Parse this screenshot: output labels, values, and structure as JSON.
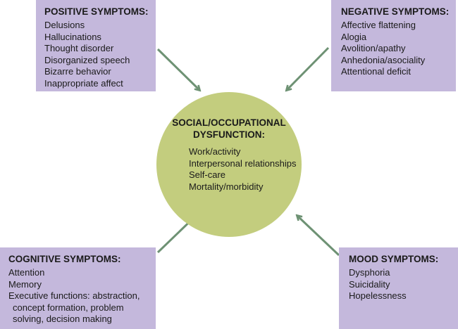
{
  "colors": {
    "box_fill": "#c4b8dc",
    "circle_fill": "#c3cd7e",
    "arrow": "#6e9274",
    "text": "#1a1a1a"
  },
  "center": {
    "title_lines": [
      "SOCIAL/OCCUPATIONAL",
      "DYSFUNCTION:"
    ],
    "items": [
      "Work/activity",
      "Interpersonal relationships",
      "Self-care",
      "Mortality/morbidity"
    ]
  },
  "boxes": {
    "positive": {
      "title": "POSITIVE SYMPTOMS:",
      "items": [
        "Delusions",
        "Hallucinations",
        "Thought disorder",
        "Disorganized speech",
        "Bizarre behavior",
        "Inappropriate affect"
      ]
    },
    "negative": {
      "title": "NEGATIVE SYMPTOMS:",
      "items": [
        "Affective flattening",
        "Alogia",
        "Avolition/apathy",
        "Anhedonia/asociality",
        "Attentional deficit"
      ]
    },
    "cognitive": {
      "title": "COGNITIVE SYMPTOMS:",
      "items": [
        "Attention",
        "Memory",
        "Executive functions: abstraction,",
        "concept formation, problem",
        "solving, decision making"
      ]
    },
    "mood": {
      "title": "MOOD SYMPTOMS:",
      "items": [
        "Dysphoria",
        "Suicidality",
        "Hopelessness"
      ]
    }
  },
  "arrows": [
    {
      "from": "positive",
      "to": "center"
    },
    {
      "from": "negative",
      "to": "center"
    },
    {
      "from": "cognitive",
      "to": "center"
    },
    {
      "from": "mood",
      "to": "center"
    }
  ]
}
